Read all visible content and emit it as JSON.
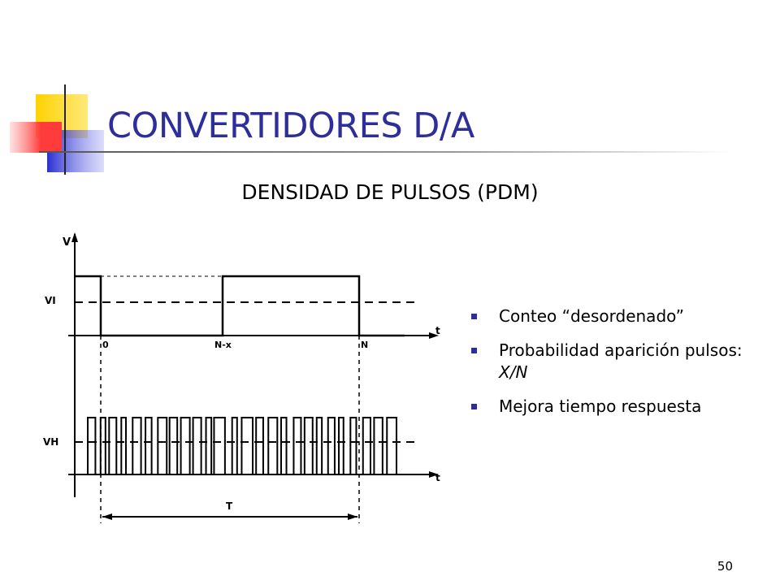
{
  "slide": {
    "title": "CONVERTIDORES D/A",
    "subtitle": "DENSIDAD DE PULSOS (PDM)",
    "page_number": "50",
    "accent_color": "#2e2e9a"
  },
  "diagram": {
    "labels": {
      "v_axis": "V",
      "vi": "VI",
      "vh": "VH",
      "t_top": "t",
      "t_bottom": "t",
      "zero": "0",
      "n_minus_x": "N-x",
      "n": "N",
      "period": "T"
    }
  },
  "bullets": [
    {
      "text": "Conteo “desordenado”"
    },
    {
      "text_prefix": "Probabilidad aparición pulsos: ",
      "text_emph": "X/N"
    },
    {
      "text": "Mejora tiempo respuesta"
    }
  ]
}
